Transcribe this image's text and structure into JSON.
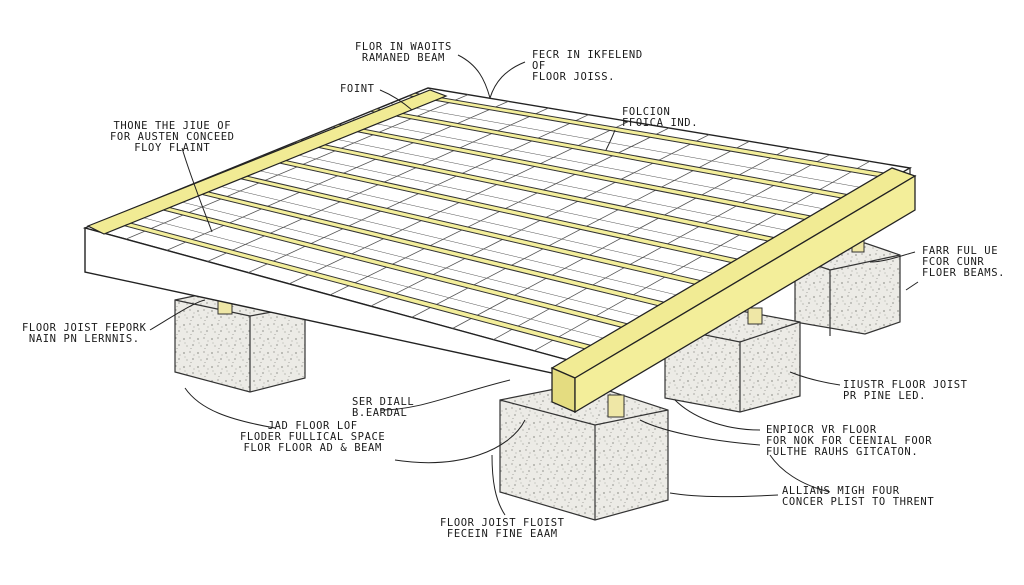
{
  "colors": {
    "ink": "#222222",
    "joist": "#f3ee9a",
    "joist_dark": "#d9d27a",
    "concrete": "#ecebe6",
    "paper": "#ffffff"
  },
  "labels": {
    "top_beam": [
      "FLOR IN WAOITS",
      "RAMANED BEAM"
    ],
    "top_right": [
      "FECR IN IKFELEND",
      "OF",
      "FLOOR JOISS."
    ],
    "point": [
      "FOINT"
    ],
    "top_left": [
      "THONE THE JIUE OF",
      "FOR AUSTEN CONCEED",
      "FLOY FLAINT"
    ],
    "folcion": [
      "FOLCION",
      "FFOICA IND."
    ],
    "right_top": [
      "FARR FUL UE",
      "FCOR CUNR",
      "FLOER BEAMS."
    ],
    "left_mid": [
      "FLOOR JOIST FEPORK",
      "NAIN PN LERNNIS."
    ],
    "ser_diall": [
      "SER DIALL",
      "B.EARDAL"
    ],
    "right_mid": [
      "IIUSTR FLOOR JOIST",
      "PR PINE LED."
    ],
    "left_low": [
      "JAD FLOOR LOF",
      "FLODER FULLICAL SPACE",
      "FLOR FLOOR AD & BEAM"
    ],
    "right_low": [
      "ENPIOCR VR FLOOR",
      "FOR NOK FOR CEENIAL FOOR",
      "FULTHE RAUHS GITCATON."
    ],
    "right_bottom": [
      "ALLIANS MIGH FOUR",
      "CONCER PLIST TO THRENT"
    ],
    "bottom": [
      "FLOOR JOIST FLOIST",
      "FECEIN FINE EAAM"
    ]
  }
}
